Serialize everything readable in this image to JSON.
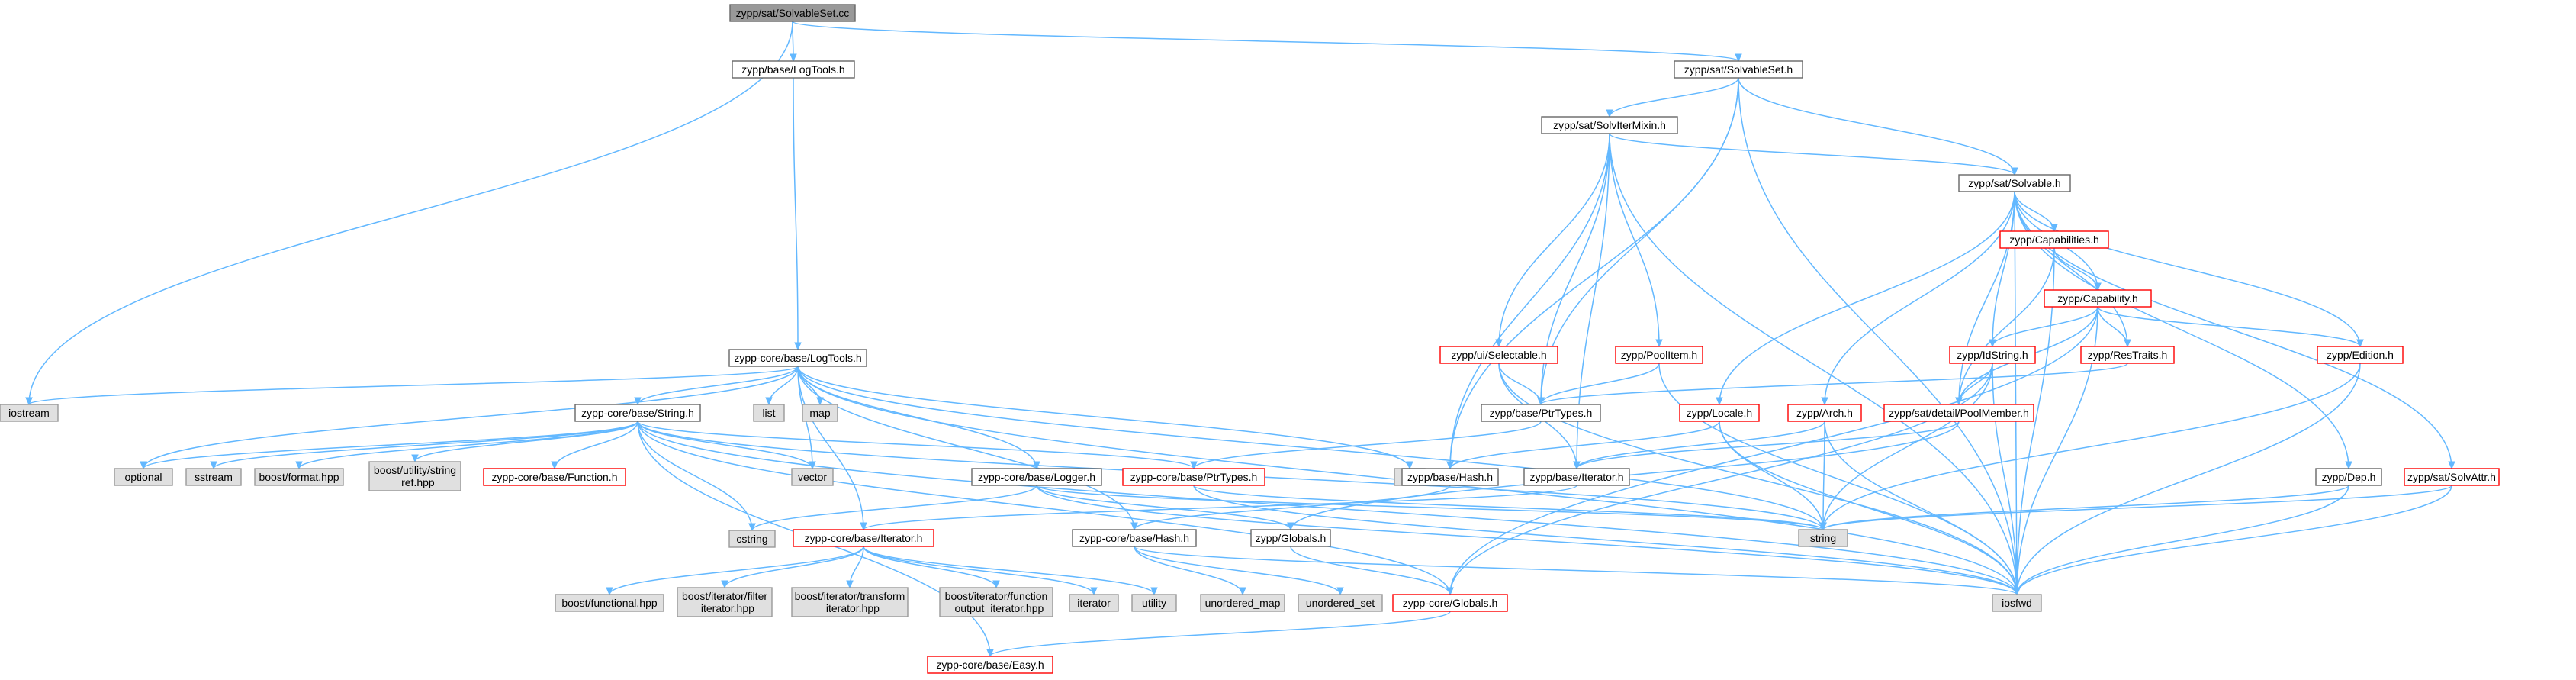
{
  "colors": {
    "root_fill": "#999999",
    "normal_fill": "#ffffff",
    "normal_border": "#666666",
    "missing_border": "#ff0000",
    "system_fill": "#e0e0e0",
    "system_border": "#999999",
    "edge": "#63b8ff"
  },
  "nodes": [
    {
      "id": "root",
      "label": "zypp/sat/SolvableSet.cc",
      "style": "root"
    },
    {
      "id": "logtools",
      "label": "zypp/base/LogTools.h",
      "style": "normal"
    },
    {
      "id": "solvableset",
      "label": "zypp/sat/SolvableSet.h",
      "style": "normal"
    },
    {
      "id": "solvitermixin",
      "label": "zypp/sat/SolvIterMixin.h",
      "style": "normal"
    },
    {
      "id": "solvable",
      "label": "zypp/sat/Solvable.h",
      "style": "normal"
    },
    {
      "id": "capabilities",
      "label": "zypp/Capabilities.h",
      "style": "missing"
    },
    {
      "id": "capability",
      "label": "zypp/Capability.h",
      "style": "missing"
    },
    {
      "id": "selectable",
      "label": "zypp/ui/Selectable.h",
      "style": "missing"
    },
    {
      "id": "poolitem",
      "label": "zypp/PoolItem.h",
      "style": "missing"
    },
    {
      "id": "idstring",
      "label": "zypp/IdString.h",
      "style": "missing"
    },
    {
      "id": "restraits",
      "label": "zypp/ResTraits.h",
      "style": "missing"
    },
    {
      "id": "edition",
      "label": "zypp/Edition.h",
      "style": "missing"
    },
    {
      "id": "coreLogtools",
      "label": "zypp-core/base/LogTools.h",
      "style": "normal"
    },
    {
      "id": "iostream",
      "label": "iostream",
      "style": "system"
    },
    {
      "id": "list",
      "label": "list",
      "style": "system"
    },
    {
      "id": "map",
      "label": "map",
      "style": "system"
    },
    {
      "id": "coreString",
      "label": "zypp-core/base/String.h",
      "style": "normal"
    },
    {
      "id": "ptrtypes",
      "label": "zypp/base/PtrTypes.h",
      "style": "normal"
    },
    {
      "id": "locale",
      "label": "zypp/Locale.h",
      "style": "missing"
    },
    {
      "id": "arch",
      "label": "zypp/Arch.h",
      "style": "missing"
    },
    {
      "id": "poolmember",
      "label": "zypp/sat/detail/PoolMember.h",
      "style": "missing"
    },
    {
      "id": "optional",
      "label": "optional",
      "style": "system"
    },
    {
      "id": "sstream",
      "label": "sstream",
      "style": "system"
    },
    {
      "id": "boostformat",
      "label": "boost/format.hpp",
      "style": "system"
    },
    {
      "id": "boostutility",
      "label": "boost/utility/string\n_ref.hpp",
      "style": "system"
    },
    {
      "id": "coreFunction",
      "label": "zypp-core/base/Function.h",
      "style": "missing"
    },
    {
      "id": "vector",
      "label": "vector",
      "style": "system"
    },
    {
      "id": "coreLogger",
      "label": "zypp-core/base/Logger.h",
      "style": "normal"
    },
    {
      "id": "corePtrtypes",
      "label": "zypp-core/base/PtrTypes.h",
      "style": "missing"
    },
    {
      "id": "set",
      "label": "set",
      "style": "system"
    },
    {
      "id": "hash",
      "label": "zypp/base/Hash.h",
      "style": "normal"
    },
    {
      "id": "iterator",
      "label": "zypp/base/Iterator.h",
      "style": "normal"
    },
    {
      "id": "dep",
      "label": "zypp/Dep.h",
      "style": "normal"
    },
    {
      "id": "solvattr",
      "label": "zypp/sat/SolvAttr.h",
      "style": "missing"
    },
    {
      "id": "cstring",
      "label": "cstring",
      "style": "system"
    },
    {
      "id": "coreIterator",
      "label": "zypp-core/base/Iterator.h",
      "style": "missing"
    },
    {
      "id": "coreHash",
      "label": "zypp-core/base/Hash.h",
      "style": "normal"
    },
    {
      "id": "globals",
      "label": "zypp/Globals.h",
      "style": "normal"
    },
    {
      "id": "string",
      "label": "string",
      "style": "system"
    },
    {
      "id": "boostfunctional",
      "label": "boost/functional.hpp",
      "style": "system"
    },
    {
      "id": "boostfilter",
      "label": "boost/iterator/filter\n_iterator.hpp",
      "style": "system"
    },
    {
      "id": "boosttransform",
      "label": "boost/iterator/transform\n_iterator.hpp",
      "style": "system"
    },
    {
      "id": "boostfunctionout",
      "label": "boost/iterator/function\n_output_iterator.hpp",
      "style": "system"
    },
    {
      "id": "iteratorStd",
      "label": "iterator",
      "style": "system"
    },
    {
      "id": "utility",
      "label": "utility",
      "style": "system"
    },
    {
      "id": "unorderedmap",
      "label": "unordered_map",
      "style": "system"
    },
    {
      "id": "unorderedset",
      "label": "unordered_set",
      "style": "system"
    },
    {
      "id": "coreGlobals",
      "label": "zypp-core/Globals.h",
      "style": "missing"
    },
    {
      "id": "iosfwd",
      "label": "iosfwd",
      "style": "system"
    },
    {
      "id": "easy",
      "label": "zypp-core/base/Easy.h",
      "style": "missing"
    }
  ],
  "edges": [
    [
      "root",
      "logtools"
    ],
    [
      "root",
      "solvableset"
    ],
    [
      "root",
      "iostream"
    ],
    [
      "logtools",
      "coreLogtools"
    ],
    [
      "solvableset",
      "solvitermixin"
    ],
    [
      "solvableset",
      "solvable"
    ],
    [
      "solvableset",
      "ptrtypes"
    ],
    [
      "solvableset",
      "hash"
    ],
    [
      "solvableset",
      "iosfwd"
    ],
    [
      "solvitermixin",
      "solvable"
    ],
    [
      "solvitermixin",
      "selectable"
    ],
    [
      "solvitermixin",
      "poolitem"
    ],
    [
      "solvitermixin",
      "ptrtypes"
    ],
    [
      "solvitermixin",
      "hash"
    ],
    [
      "solvitermixin",
      "iterator"
    ],
    [
      "solvitermixin",
      "iosfwd"
    ],
    [
      "solvable",
      "capabilities"
    ],
    [
      "solvable",
      "capability"
    ],
    [
      "solvable",
      "idstring"
    ],
    [
      "solvable",
      "restraits"
    ],
    [
      "solvable",
      "edition"
    ],
    [
      "solvable",
      "locale"
    ],
    [
      "solvable",
      "arch"
    ],
    [
      "solvable",
      "poolmember"
    ],
    [
      "solvable",
      "dep"
    ],
    [
      "solvable",
      "solvattr"
    ],
    [
      "solvable",
      "iosfwd"
    ],
    [
      "capabilities",
      "capability"
    ],
    [
      "capabilities",
      "poolmember"
    ],
    [
      "capabilities",
      "iosfwd"
    ],
    [
      "capability",
      "idstring"
    ],
    [
      "capability",
      "restraits"
    ],
    [
      "capability",
      "edition"
    ],
    [
      "capability",
      "poolmember"
    ],
    [
      "capability",
      "iosfwd"
    ],
    [
      "capability",
      "coreGlobals"
    ],
    [
      "selectable",
      "ptrtypes"
    ],
    [
      "selectable",
      "iterator"
    ],
    [
      "selectable",
      "iosfwd"
    ],
    [
      "poolitem",
      "ptrtypes"
    ],
    [
      "poolitem",
      "iosfwd"
    ],
    [
      "idstring",
      "poolmember"
    ],
    [
      "idstring",
      "string"
    ],
    [
      "idstring",
      "iosfwd"
    ],
    [
      "idstring",
      "coreGlobals"
    ],
    [
      "restraits",
      "ptrtypes"
    ],
    [
      "edition",
      "string"
    ],
    [
      "edition",
      "iosfwd"
    ],
    [
      "coreLogtools",
      "iostream"
    ],
    [
      "coreLogtools",
      "list"
    ],
    [
      "coreLogtools",
      "map"
    ],
    [
      "coreLogtools",
      "coreString"
    ],
    [
      "coreLogtools",
      "optional"
    ],
    [
      "coreLogtools",
      "vector"
    ],
    [
      "coreLogtools",
      "coreLogger"
    ],
    [
      "coreLogtools",
      "set"
    ],
    [
      "coreLogtools",
      "coreIterator"
    ],
    [
      "coreLogtools",
      "coreHash"
    ],
    [
      "coreLogtools",
      "iosfwd"
    ],
    [
      "coreLogtools",
      "string"
    ],
    [
      "coreString",
      "optional"
    ],
    [
      "coreString",
      "sstream"
    ],
    [
      "coreString",
      "boostformat"
    ],
    [
      "coreString",
      "boostutility"
    ],
    [
      "coreString",
      "coreFunction"
    ],
    [
      "coreString",
      "vector"
    ],
    [
      "coreString",
      "corePtrtypes"
    ],
    [
      "coreString",
      "cstring"
    ],
    [
      "coreString",
      "string"
    ],
    [
      "coreString",
      "iosfwd"
    ],
    [
      "coreString",
      "coreGlobals"
    ],
    [
      "coreString",
      "easy"
    ],
    [
      "ptrtypes",
      "corePtrtypes"
    ],
    [
      "locale",
      "hash"
    ],
    [
      "locale",
      "string"
    ],
    [
      "locale",
      "iosfwd"
    ],
    [
      "arch",
      "iterator"
    ],
    [
      "arch",
      "string"
    ],
    [
      "arch",
      "iosfwd"
    ],
    [
      "poolmember",
      "iterator"
    ],
    [
      "poolmember",
      "globals"
    ],
    [
      "coreLogger",
      "cstring"
    ],
    [
      "coreLogger",
      "globals"
    ],
    [
      "coreLogger",
      "iosfwd"
    ],
    [
      "coreLogger",
      "string"
    ],
    [
      "corePtrtypes",
      "iosfwd"
    ],
    [
      "corePtrtypes",
      "string"
    ],
    [
      "hash",
      "coreHash"
    ],
    [
      "iterator",
      "coreIterator"
    ],
    [
      "dep",
      "string"
    ],
    [
      "dep",
      "iosfwd"
    ],
    [
      "solvattr",
      "string"
    ],
    [
      "solvattr",
      "iosfwd"
    ],
    [
      "coreIterator",
      "boostfunctional"
    ],
    [
      "coreIterator",
      "boostfilter"
    ],
    [
      "coreIterator",
      "boosttransform"
    ],
    [
      "coreIterator",
      "boostfunctionout"
    ],
    [
      "coreIterator",
      "iteratorStd"
    ],
    [
      "coreIterator",
      "utility"
    ],
    [
      "coreHash",
      "unorderedmap"
    ],
    [
      "coreHash",
      "unorderedset"
    ],
    [
      "coreHash",
      "iosfwd"
    ],
    [
      "globals",
      "coreGlobals"
    ],
    [
      "coreGlobals",
      "easy"
    ]
  ]
}
